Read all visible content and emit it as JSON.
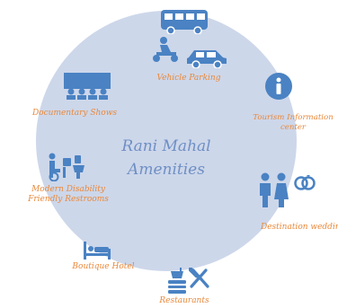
{
  "diagram": {
    "title_line1": "Rani Mahal",
    "title_line2": "Amenities"
  },
  "amenities": {
    "vehicle_parking": "Vehicle Parking",
    "tourism_info_line1": "Tourism Information",
    "tourism_info_line2": "center",
    "destination_wedding": "Destination wedding",
    "restaurants": "Restaurants",
    "boutique_hotel": "Boutique Hotel",
    "restrooms_line1": "Modern Disability",
    "restrooms_line2": "Friendly Restrooms",
    "documentary_shows": "Documentary Shows"
  },
  "icons": {
    "bus": "bus-icon",
    "scooter": "scooter-icon",
    "car": "car-icon",
    "info": "info-icon",
    "couple": "wedding-couple-icon",
    "rings": "rings-icon",
    "food": "food-icon",
    "cutlery": "cutlery-icon",
    "bed": "bed-icon",
    "restroom": "restroom-icon",
    "theatre": "theatre-icon"
  },
  "colors": {
    "circle": "#cdd7ea",
    "icon": "#4a82c3",
    "label": "#e9883a",
    "title": "#6f8fc4"
  }
}
